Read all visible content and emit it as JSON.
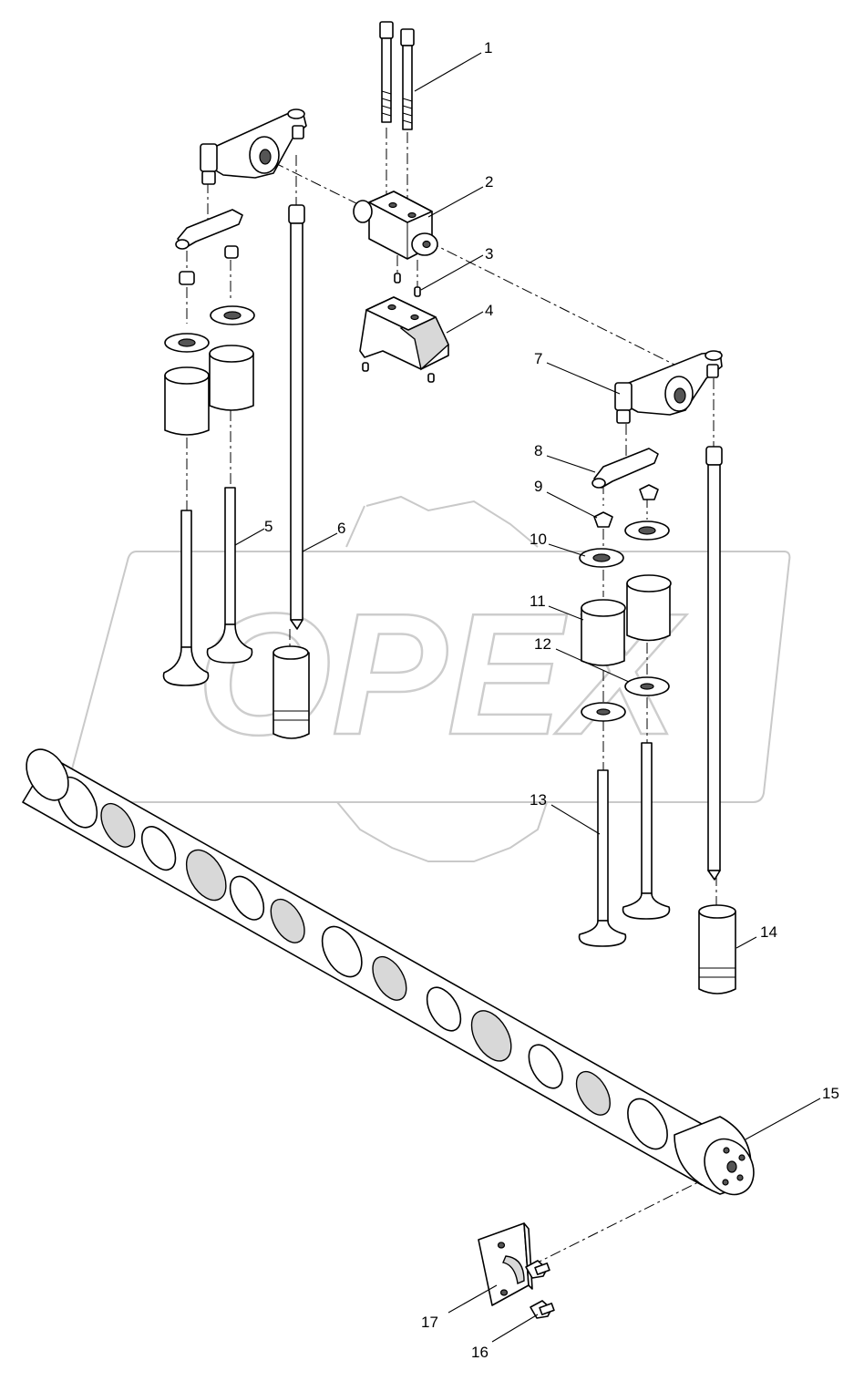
{
  "watermark": {
    "text": "OPEX"
  },
  "callouts": [
    {
      "id": "1",
      "text": "1"
    },
    {
      "id": "2",
      "text": "2"
    },
    {
      "id": "3",
      "text": "3"
    },
    {
      "id": "4",
      "text": "4"
    },
    {
      "id": "5",
      "text": "5"
    },
    {
      "id": "6",
      "text": "6"
    },
    {
      "id": "7",
      "text": "7"
    },
    {
      "id": "8",
      "text": "8"
    },
    {
      "id": "9",
      "text": "9"
    },
    {
      "id": "10",
      "text": "10"
    },
    {
      "id": "11",
      "text": "11"
    },
    {
      "id": "12",
      "text": "12"
    },
    {
      "id": "13",
      "text": "13"
    },
    {
      "id": "14",
      "text": "14"
    },
    {
      "id": "15",
      "text": "15"
    },
    {
      "id": "16",
      "text": "16"
    },
    {
      "id": "17",
      "text": "17"
    }
  ]
}
